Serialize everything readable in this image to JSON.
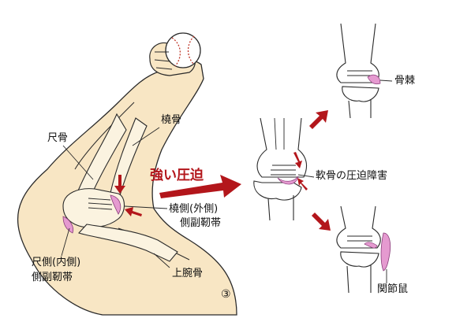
{
  "labels": {
    "ulna": "尺骨",
    "radius": "橈骨",
    "compression": "強い圧迫",
    "lateral_line1": "橈側(外側)",
    "lateral_line2": "側副靭帯",
    "medial_line1": "尺側(内側)",
    "medial_line2": "側副靭帯",
    "humerus": "上腕骨",
    "figure_number": "③",
    "osteophyte": "骨棘",
    "cartilage_damage": "軟骨の圧迫障害",
    "loose_body": "関節鼠"
  },
  "colors": {
    "skin": "#f8e6c4",
    "outline": "#2a2a2a",
    "arrow_red": "#b3161b",
    "ligament_pink": "#e59ad0",
    "ball": "#ffffff"
  }
}
